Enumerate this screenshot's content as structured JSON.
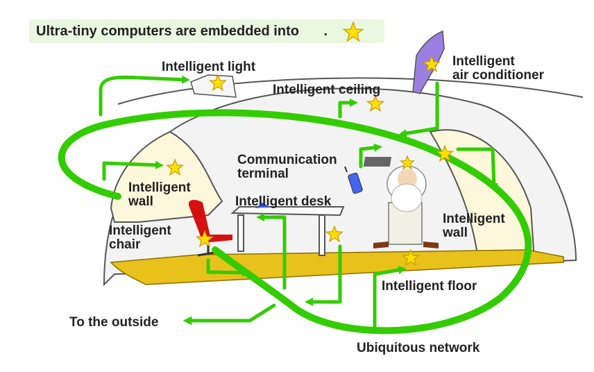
{
  "banner": {
    "text": "Ultra-tiny computers are embedded into",
    "suffix": "."
  },
  "labels": {
    "light": "Intelligent light",
    "air_conditioner_1": "Intelligent",
    "air_conditioner_2": "air conditioner",
    "ceiling": "Intelligent ceiling",
    "communication_terminal_1": "Communication",
    "communication_terminal_2": "terminal",
    "wall_left_1": "Intelligent",
    "wall_left_2": "wall",
    "desk": "Intelligent desk",
    "chair_1": "Intelligent",
    "chair_2": "chair",
    "wall_right_1": "Intelligent",
    "wall_right_2": "wall",
    "floor": "Intelligent floor",
    "outside": "To the outside",
    "network": "Ubiquitous network"
  },
  "colors": {
    "network_green": "#33cc00",
    "star_yellow": "#ffe000",
    "star_outline": "#c99a00",
    "floor_yellow": "#e8c21a",
    "wall_cream": "#fdf8dc",
    "dome_outline": "#555555",
    "aircon_purple": "#9b7fe0",
    "chair_red": "#d41010"
  }
}
